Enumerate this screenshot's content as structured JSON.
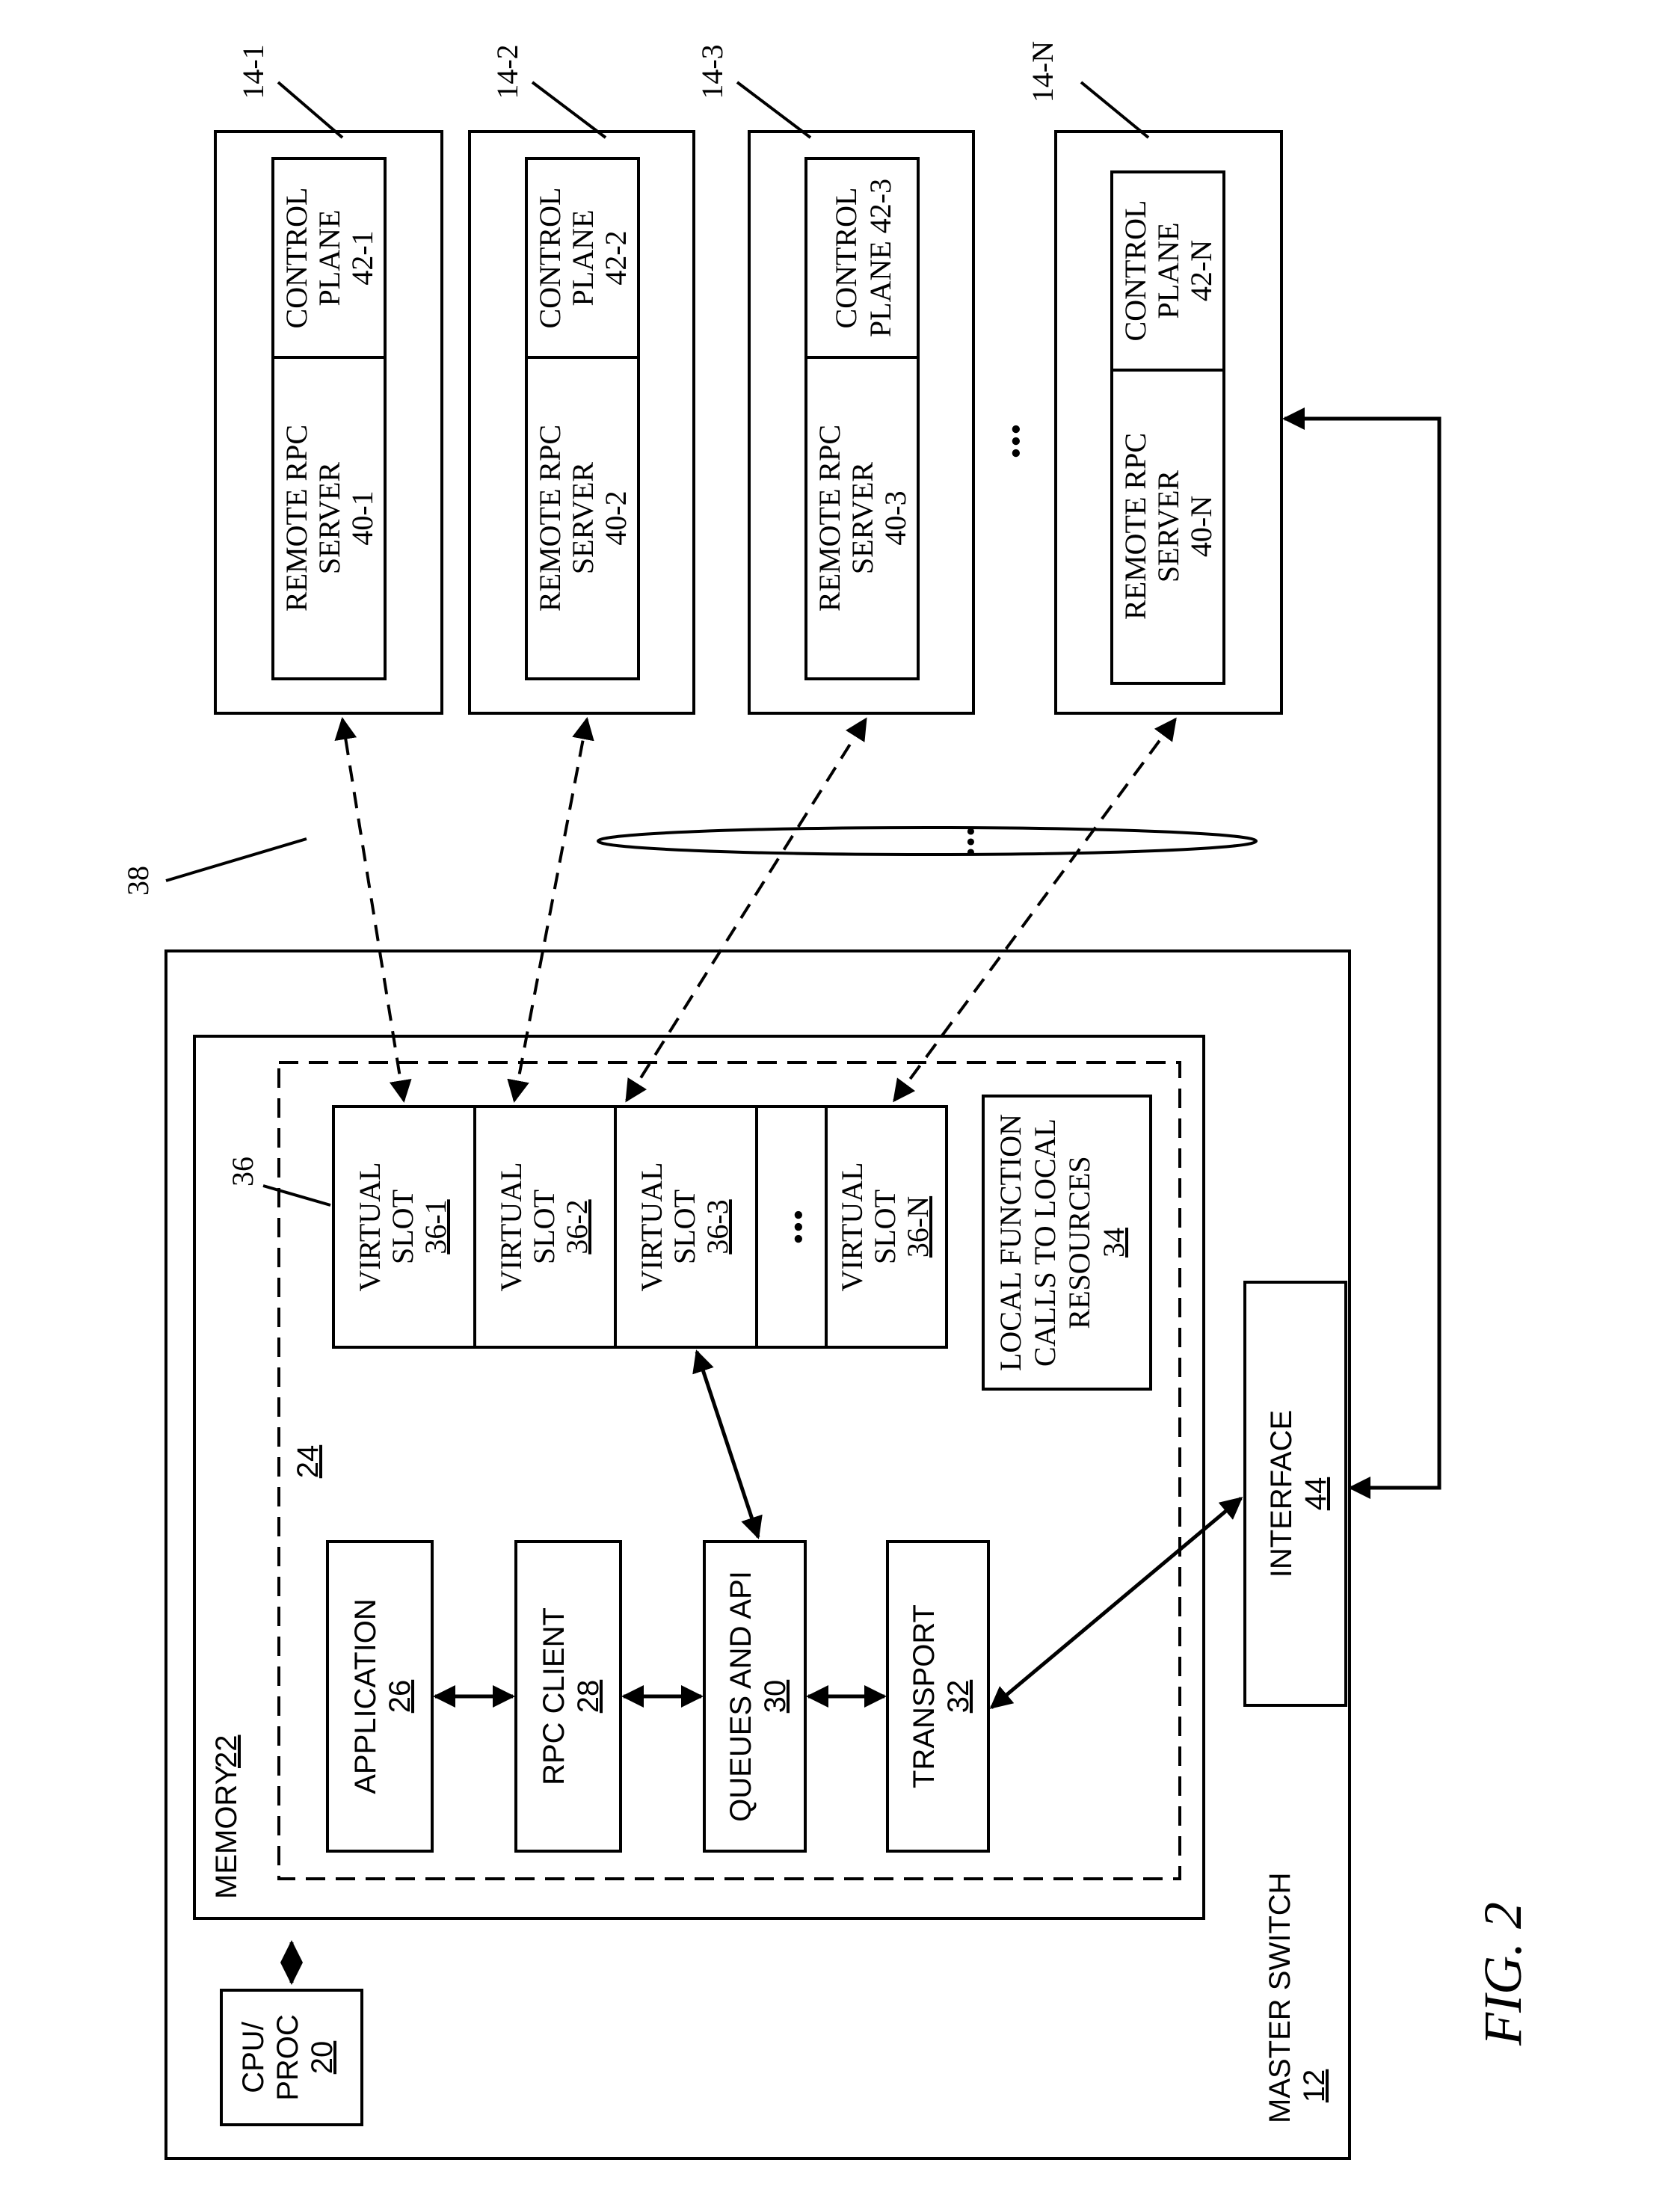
{
  "figure_label": "FIG. 2",
  "master_switch": {
    "label": "MASTER SWITCH",
    "ref": "12"
  },
  "cpu": {
    "line1": "CPU/",
    "line2": "PROC",
    "ref": "20"
  },
  "memory": {
    "label": "MEMORY",
    "ref": "22"
  },
  "module": {
    "ref": "24"
  },
  "application": {
    "label": "APPLICATION",
    "ref": "26"
  },
  "rpc_client": {
    "label": "RPC CLIENT",
    "ref": "28"
  },
  "queues": {
    "label": "QUEUES AND API",
    "ref": "30"
  },
  "transport": {
    "label": "TRANSPORT",
    "ref": "32"
  },
  "local_calls": {
    "line1": "LOCAL FUNCTION",
    "line2": "CALLS TO LOCAL",
    "line3": "RESOURCES",
    "ref": "34"
  },
  "virtual_slots": {
    "group_ref": "36",
    "slots": [
      {
        "line1": "VIRTUAL",
        "line2": "SLOT",
        "ref": "36-1"
      },
      {
        "line1": "VIRTUAL",
        "line2": "SLOT",
        "ref": "36-2"
      },
      {
        "line1": "VIRTUAL",
        "line2": "SLOT",
        "ref": "36-3"
      },
      {
        "line1": "VIRTUAL",
        "line2": "SLOT",
        "ref": "36-N"
      }
    ],
    "ellipsis": "..."
  },
  "interface": {
    "label": "INTERFACE",
    "ref": "44"
  },
  "network": {
    "ref": "38",
    "ellipsis": "..."
  },
  "slave_switches": [
    {
      "ref": "14-1",
      "server": [
        "REMOTE RPC",
        "SERVER",
        "40-1"
      ],
      "control": [
        "CONTROL",
        "PLANE",
        "42-1"
      ]
    },
    {
      "ref": "14-2",
      "server": [
        "REMOTE RPC",
        "SERVER",
        "40-2"
      ],
      "control": [
        "CONTROL",
        "PLANE",
        "42-2"
      ]
    },
    {
      "ref": "14-3",
      "server": [
        "REMOTE RPC",
        "SERVER",
        "40-3"
      ],
      "control": [
        "CONTROL",
        "PLANE 42-3"
      ]
    },
    {
      "ref": "14-N",
      "server": [
        "REMOTE RPC",
        "SERVER",
        "40-N"
      ],
      "control": [
        "CONTROL",
        "PLANE",
        "42-N"
      ]
    }
  ],
  "switches_ellipsis": "..."
}
